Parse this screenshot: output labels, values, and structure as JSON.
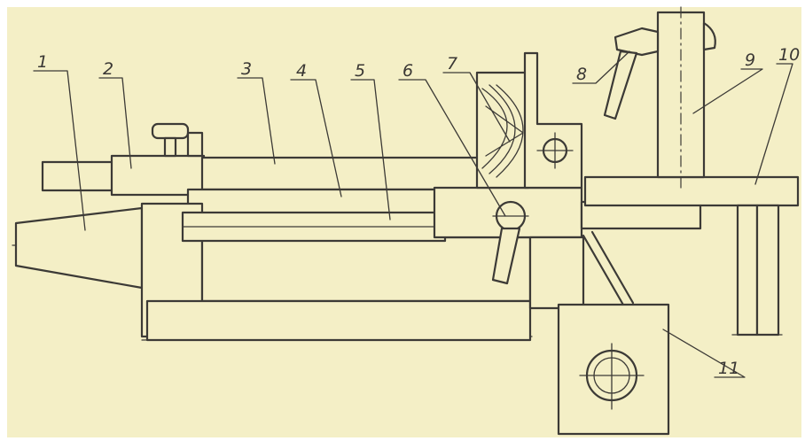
{
  "colors": {
    "paper": "#f4efc6",
    "ink": "#3c3a36"
  },
  "labels": [
    "1",
    "2",
    "3",
    "4",
    "5",
    "6",
    "7",
    "8",
    "9",
    "10",
    "11"
  ]
}
